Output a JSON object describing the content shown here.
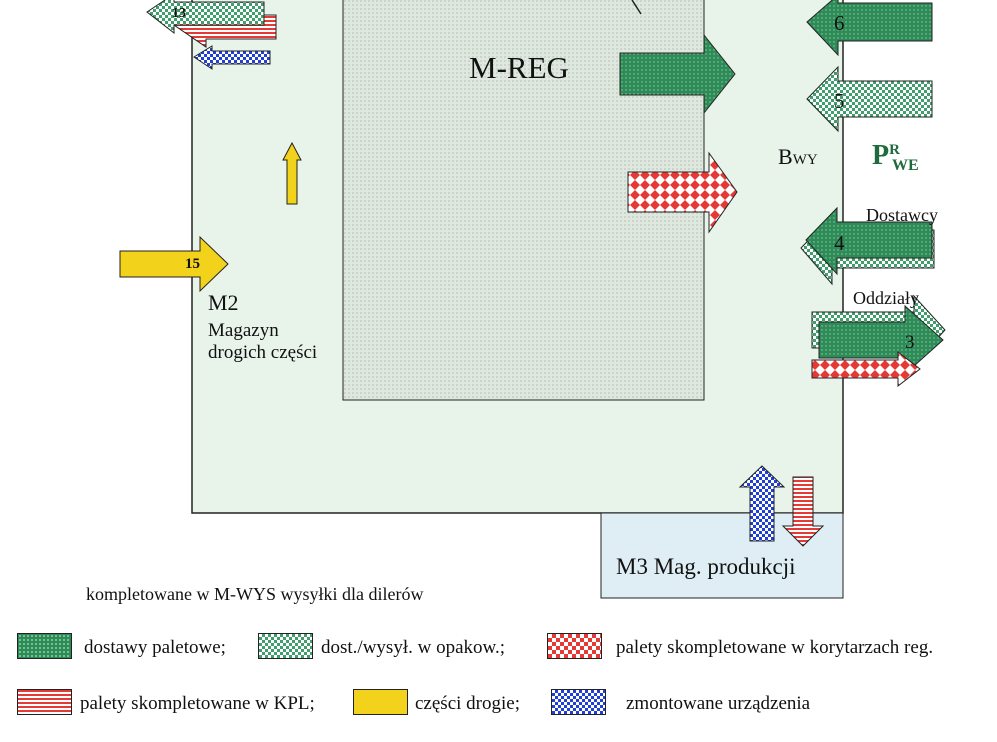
{
  "colors": {
    "background_area": "#e8f4ea",
    "mreg_area": "#d9e3d9",
    "m3_area": "#dfeef5",
    "dark_green": "#2e8b57",
    "light_green": "#9fd4b3",
    "red": "#e53935",
    "blue": "#1f3fd6",
    "yellow": "#f2d21b"
  },
  "labels": {
    "mreg": "M-REG",
    "bwy_main": "B",
    "bwy_sub": "WY",
    "pwe_main": "P",
    "pwe_sup": "R",
    "pwe_sub": "WE",
    "dostawcy": "Dostawcy",
    "oddzialy": "Oddziały",
    "m2_title": "M2",
    "m2_line1": "Magazyn",
    "m2_line2": "drogich części",
    "m3": "M3 Mag. produkcji",
    "kompletowane": "kompletowane w M-WYS wysyłki dla dilerów"
  },
  "arrow_numbers": {
    "a13": "13",
    "a15": "15",
    "a6": "6",
    "a5": "5",
    "a4": "4",
    "a3": "3"
  },
  "legend": {
    "row1": [
      {
        "label": "dostawy paletowe;",
        "pattern": "dark-green-dots"
      },
      {
        "label": "dost./wysył. w opakow.;",
        "pattern": "light-green-checks"
      },
      {
        "label": "palety skompletowane w korytarzach reg.",
        "pattern": "red-diamonds"
      }
    ],
    "row2": [
      {
        "label": "palety skompletowane w KPL;",
        "pattern": "red-stripes"
      },
      {
        "label": "części drogie;",
        "pattern": "yellow-solid"
      },
      {
        "label": "zmontowane urządzenia",
        "pattern": "blue-checks"
      }
    ]
  }
}
